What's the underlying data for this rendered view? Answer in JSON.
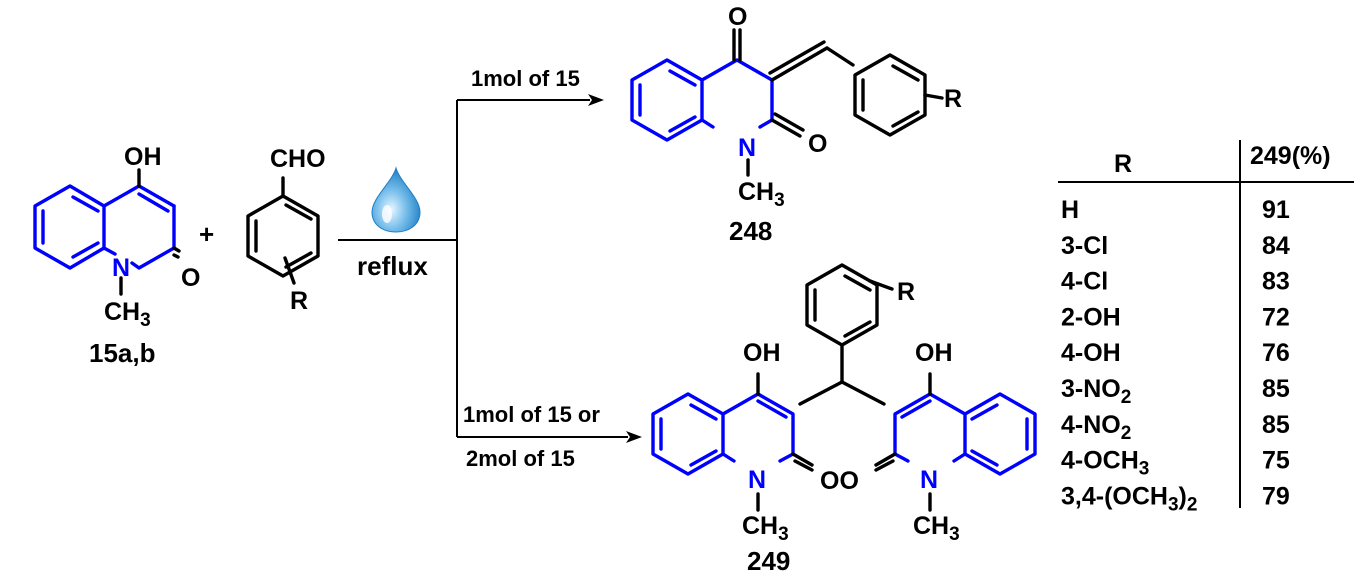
{
  "reactant1": {
    "oh": "OH",
    "n": "N",
    "o": "O",
    "ch3": "CH",
    "ch3_sub": "3",
    "label": "15a,b"
  },
  "plus": "+",
  "reactant2": {
    "cho": "CHO",
    "r": "R"
  },
  "conditions": {
    "main": "reflux",
    "top_arrow": "1mol of 15",
    "bottom_arrow_line1": "1mol of 15 or",
    "bottom_arrow_line2": "2mol of 15"
  },
  "product248": {
    "o_top": "O",
    "o_side": "O",
    "n": "N",
    "ch3": "CH",
    "ch3_sub": "3",
    "r": "R",
    "label": "248"
  },
  "product249": {
    "oh_left": "OH",
    "oh_right": "OH",
    "oo": "OO",
    "n_left": "N",
    "n_right": "N",
    "ch3": "CH",
    "ch3_sub": "3",
    "r": "R",
    "label": "249"
  },
  "table": {
    "header_r": "R",
    "header_yield": "249(%)",
    "rows": [
      {
        "r": "H",
        "r_sub": "",
        "r_tail": "",
        "y": "91"
      },
      {
        "r": "3-Cl",
        "r_sub": "",
        "r_tail": "",
        "y": "84"
      },
      {
        "r": "4-Cl",
        "r_sub": "",
        "r_tail": "",
        "y": "83"
      },
      {
        "r": "2-OH",
        "r_sub": "",
        "r_tail": "",
        "y": "72"
      },
      {
        "r": "4-OH",
        "r_sub": "",
        "r_tail": "",
        "y": "76"
      },
      {
        "r": "3-NO",
        "r_sub": "2",
        "r_tail": "",
        "y": "85"
      },
      {
        "r": "4-NO",
        "r_sub": "2",
        "r_tail": "",
        "y": "85"
      },
      {
        "r": "4-OCH",
        "r_sub": "3",
        "r_tail": "",
        "y": "75"
      },
      {
        "r": "3,4-(OCH",
        "r_sub": "3",
        "r_tail": ")",
        "r_sub2": "2",
        "y": "79"
      }
    ]
  },
  "colors": {
    "heterocycle": "#0000ff",
    "bonds": "#000000",
    "drop_light": "#cfe9fb",
    "drop_dark": "#1e7fc4"
  }
}
